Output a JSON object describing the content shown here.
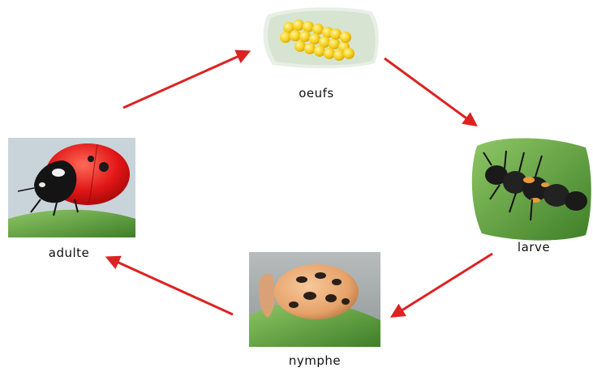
{
  "stages": {
    "eggs": {
      "label": "oeufs",
      "icon": "ladybug-eggs-photo"
    },
    "larva": {
      "label": "larve",
      "icon": "ladybug-larva-photo"
    },
    "pupa": {
      "label": "nymphe",
      "icon": "ladybug-pupa-photo"
    },
    "adult": {
      "label": "adulte",
      "icon": "ladybug-adult-photo"
    }
  },
  "colors": {
    "arrow": "#dd2222",
    "leaf": "#5a9a3a",
    "egg": "#f5d020",
    "ladybug": "#e01515"
  }
}
